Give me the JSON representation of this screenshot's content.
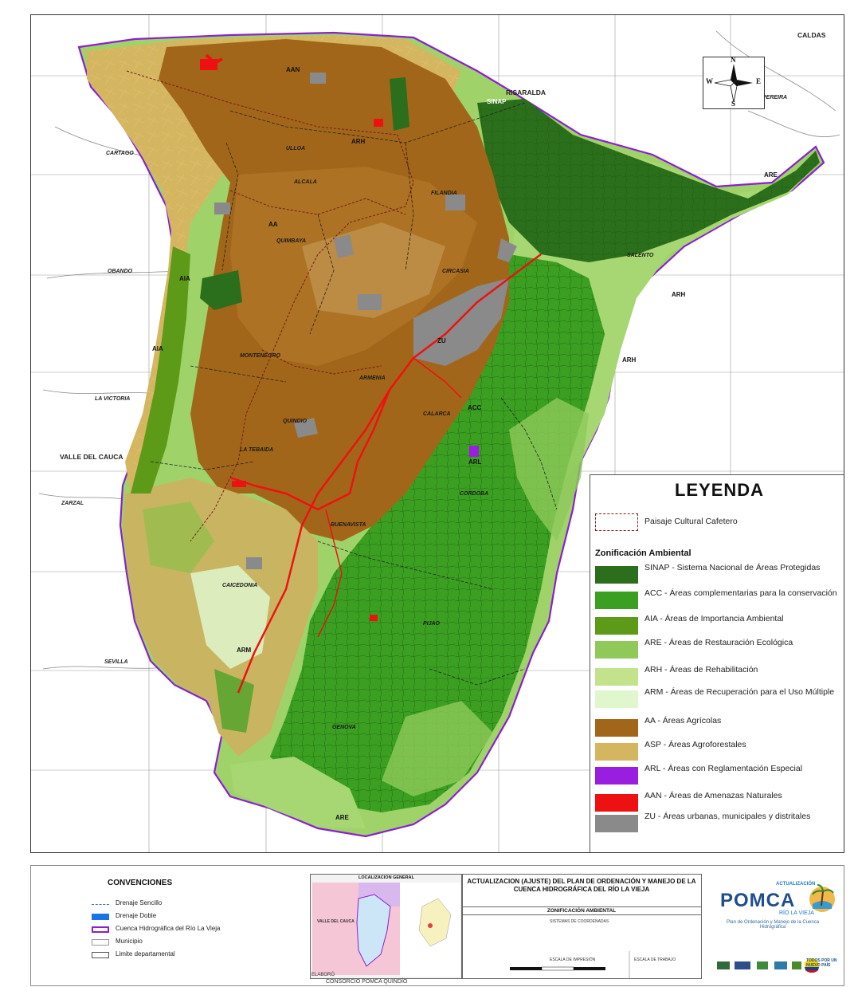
{
  "map": {
    "places": {
      "caldas": "CALDAS",
      "risaralda": "RISARALDA",
      "pereira": "PEREIRA",
      "cartago": "CARTAGO",
      "obando": "OBANDO",
      "la_victoria": "LA VICTORIA",
      "valle_del_cauca": "VALLE DEL CAUCA",
      "zarzal": "ZARZAL",
      "sevilla": "SEVILLA"
    },
    "zone_labels": {
      "ulloa": "ULLOA",
      "alcala": "ALCALA",
      "filandia": "FILANDIA",
      "quimbaya": "QUIMBAYA",
      "circasia": "CIRCASIA",
      "salento": "SALENTO",
      "montenegro": "MONTENEGRO",
      "armenia": "ARMENIA",
      "quindio": "QUINDIO",
      "la_tebaida": "LA TEBAIDA",
      "calarca": "CALARCA",
      "cordoba": "CORDOBA",
      "buenavista": "BUENAVISTA",
      "caicedonia": "CAICEDONIA",
      "pijao": "PIJAO",
      "genova": "GENOVA"
    },
    "codes": {
      "aan": "AAN",
      "arh_top": "ARH",
      "sinap": "SINAP",
      "are_ne": "ARE",
      "aa": "AA",
      "aia_1": "AIA",
      "aia_2": "AIA",
      "zu": "ZU",
      "arh_right_1": "ARH",
      "arh_right_2": "ARH",
      "acc": "ACC",
      "arl": "ARL",
      "arm": "ARM",
      "are_bottom": "ARE"
    },
    "compass": {
      "n": "N",
      "s": "S",
      "e": "E",
      "w": "W"
    }
  },
  "legend": {
    "title": "LEYENDA",
    "paisaje": "Paisaje Cultural Cafetero",
    "subtitle": "Zonificación Ambiental",
    "items": [
      {
        "label": "SINAP - Sistema Nacional de Áreas Protegidas",
        "color": "#2b6e1b"
      },
      {
        "label": "ACC - Áreas complementarias para la conservación",
        "color": "#3ba022"
      },
      {
        "label": "AIA - Áreas de Importancia Ambiental",
        "color": "#5d9a18"
      },
      {
        "label": "ARE - Áreas de Restauración Ecológica",
        "color": "#8fc95a"
      },
      {
        "label": "ARH - Áreas de Rehabilitación",
        "color": "#c2e28c"
      },
      {
        "label": "ARM - Áreas de Recuperación para el Uso Múltiple",
        "color": "#e0f6cc"
      },
      {
        "label": "AA - Áreas Agrícolas",
        "color": "#a2661a"
      },
      {
        "label": "ASP - Áreas Agroforestales",
        "color": "#d4b661"
      },
      {
        "label": "ARL - Áreas con Reglamentación Especial",
        "color": "#9a1ee0"
      },
      {
        "label": "AAN - Áreas de Amenazas Naturales",
        "color": "#ee1111"
      },
      {
        "label": "ZU - Áreas urbanas, municipales y distritales",
        "color": "#8a8a8a"
      }
    ]
  },
  "convenciones": {
    "title": "CONVENCIONES",
    "items": [
      {
        "label": "Drenaje Sencillo"
      },
      {
        "label": "Drenaje Doble"
      },
      {
        "label": "Cuenca Hidrográfica del Río La Vieja"
      },
      {
        "label": "Municipio"
      },
      {
        "label": "Limite departamental"
      }
    ]
  },
  "localizacion": {
    "title": "LOCALIZACION GENERAL",
    "valle": "VALLE DEL CAUCA"
  },
  "titleblock": {
    "main": "ACTUALIZACION (AJUSTE) DEL PLAN DE ORDENACIÓN Y MANEJO DE LA CUENCA HIDROGRÁFICA DEL RÍO LA VIEJA",
    "sub": "ZONIFICACIÓN AMBIENTAL",
    "coords": "SISTEMAS DE COORDENADAS",
    "escala": "ESCALA DE IMPRESIÓN",
    "elaboro": "ELABORÓ",
    "consorcio": "CONSORCIO POMCA QUINDÍO",
    "escala_trabajo": "ESCALA DE TRABAJO"
  },
  "logos": {
    "actualizacion": "ACTUALIZACIÓN",
    "pomca": "POMCA",
    "rio": "RÍO LA VIEJA",
    "plan": "Plan de Ordenación y Manejo de la Cuenca Hidrográfica",
    "todos": "TODOS POR UN NUEVO PAÍS"
  }
}
